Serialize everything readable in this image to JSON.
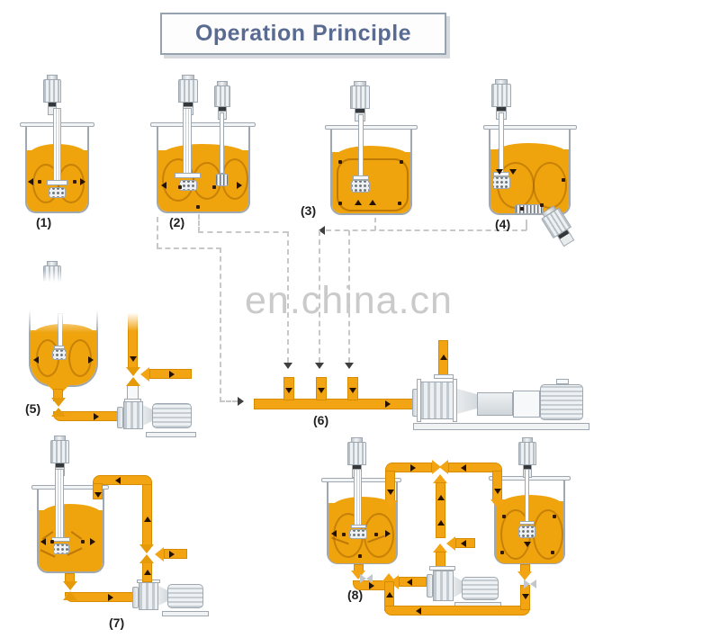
{
  "title": "Operation Principle",
  "watermark": "en.china.cn",
  "stages": [
    {
      "label": "(1)",
      "icon": "single-homogenizer-mixing-tank"
    },
    {
      "label": "(2)",
      "icon": "dual-mixer-tank-homogenizer-and-disperser"
    },
    {
      "label": "(3)",
      "icon": "center-agitator-tank"
    },
    {
      "label": "(4)",
      "icon": "tank-with-bottom-homogenizer"
    },
    {
      "label": "(5)",
      "icon": "tank-feeding-inline-emulsifier-pump"
    },
    {
      "label": "(6)",
      "icon": "multi-inlet-manifold-with-inline-emulsifier-pump"
    },
    {
      "label": "(7)",
      "icon": "tank-with-external-recirculation-loop"
    },
    {
      "label": "(8)",
      "icon": "twin-tank-transfer-circuit-with-pump"
    }
  ],
  "colors": {
    "liquid": "#EFA30D",
    "pipe": "#F2A412",
    "pipe_edge": "#D78C00",
    "valve": "#E69A08",
    "outline": "#9FA8B0",
    "dash": "#C8C8C8",
    "arrow": "#241200",
    "title_text": "#5A6B92",
    "title_border": "#97A2B0",
    "label_text": "#1F1F1F",
    "watermark_text": "#CACACA"
  }
}
